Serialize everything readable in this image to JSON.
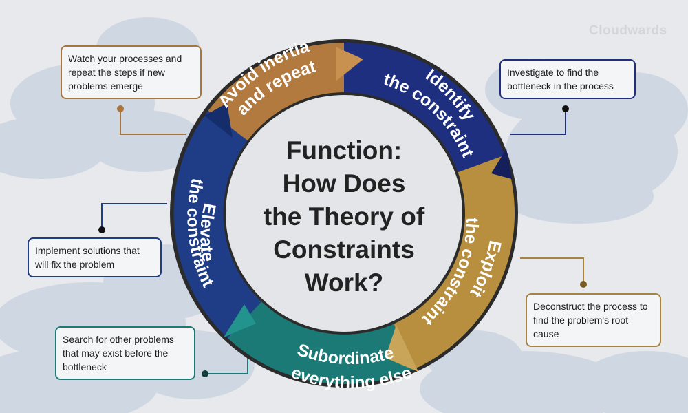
{
  "watermark": "Cloudwards",
  "center": {
    "title": "Function:\nHow Does\nthe Theory of\nConstraints\nWork?"
  },
  "colors": {
    "blue": "#1e3d86",
    "navy": "#1e2f7f",
    "gold": "#b78f3f",
    "tan": "#b27a3e",
    "teal": "#1b7a76",
    "cloud": "#c7d1df"
  },
  "steps": [
    {
      "id": "identify",
      "lines": [
        "Identify",
        "the constraint"
      ],
      "callout": "Investigate to find the bottleneck in the process"
    },
    {
      "id": "exploit",
      "lines": [
        "Exploit",
        "the constraint"
      ],
      "callout": "Deconstruct the process to find the problem's root cause"
    },
    {
      "id": "subordinate",
      "lines": [
        "Subordinate",
        "everything else"
      ],
      "callout": "Search for other problems that may exist before the bottleneck"
    },
    {
      "id": "elevate",
      "lines": [
        "Elevate",
        "the constraint"
      ],
      "callout": "Implement solutions that will fix the problem"
    },
    {
      "id": "avoid",
      "lines": [
        "Avoid inertia",
        "and repeat"
      ],
      "callout": "Watch your processes and repeat the steps if new problems emerge"
    }
  ]
}
